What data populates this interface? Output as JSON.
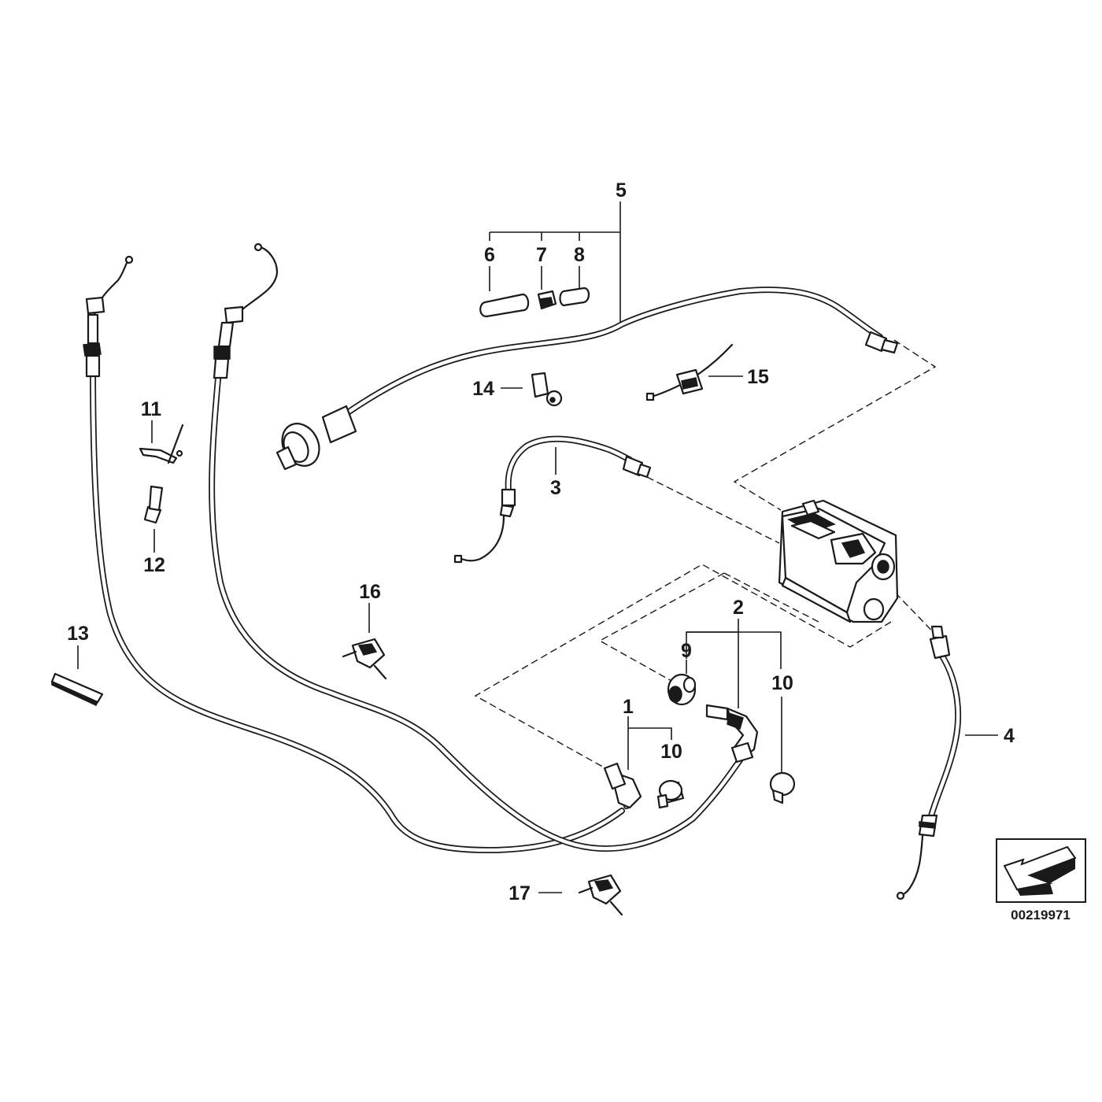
{
  "diagram": {
    "callouts": {
      "c1": "1",
      "c2": "2",
      "c3": "3",
      "c4": "4",
      "c5": "5",
      "c6": "6",
      "c7": "7",
      "c8": "8",
      "c9": "9",
      "c10a": "10",
      "c10b": "10",
      "c11": "11",
      "c12": "12",
      "c13": "13",
      "c14": "14",
      "c15": "15",
      "c16": "16",
      "c17": "17"
    },
    "document_number": "00219971",
    "icon": "orientation-arrow-icon"
  }
}
